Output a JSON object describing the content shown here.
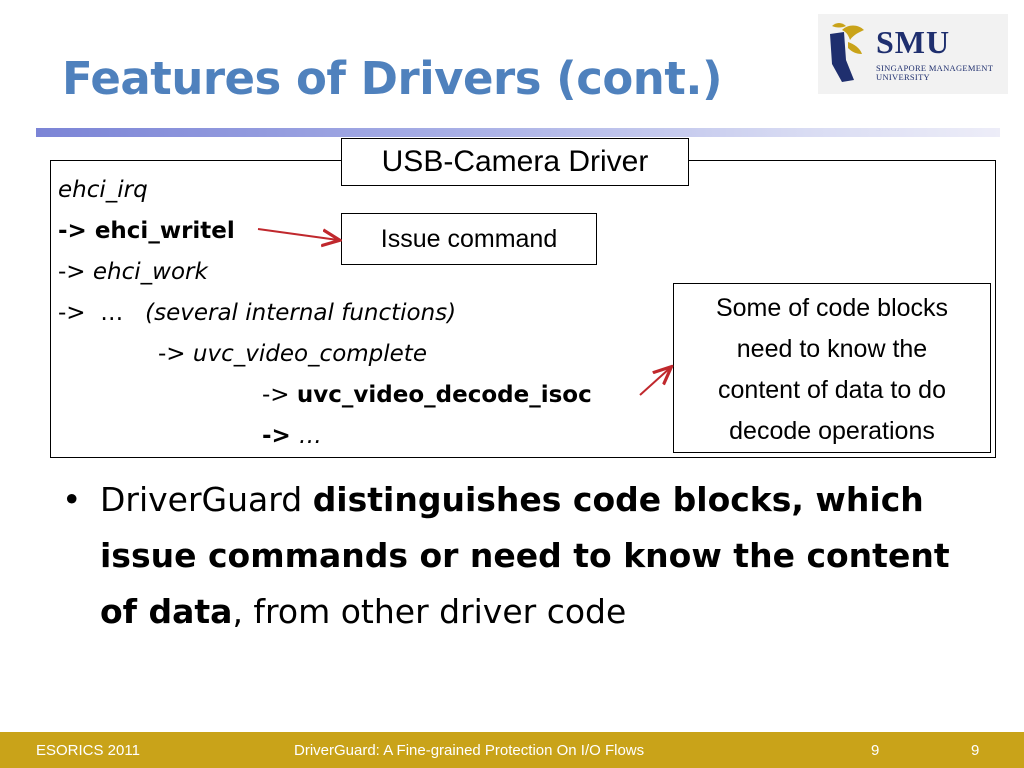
{
  "slide": {
    "title": "Features of Drivers (cont.)",
    "logo": {
      "name": "SMU",
      "subtitle_line1": "SINGAPORE MANAGEMENT",
      "subtitle_line2": "UNIVERSITY"
    },
    "driver_label": "USB-Camera Driver",
    "code_lines": [
      {
        "prefix": "",
        "name": "ehci_irq"
      },
      {
        "prefix": "-> ",
        "name": "ehci_writel"
      },
      {
        "prefix": "-> ",
        "name": "ehci_work"
      },
      {
        "prefix": "->  …   ",
        "name": "(several internal functions)"
      },
      {
        "prefix": "-> ",
        "name": "uvc_video_complete"
      },
      {
        "prefix": "-> ",
        "name": "uvc_video_decode_isoc"
      },
      {
        "prefix": "-> ",
        "name": "…"
      }
    ],
    "issue_note": "Issue command",
    "data_note_lines": [
      "Some of code blocks",
      "need to know the",
      "content of data to do",
      "decode operations"
    ],
    "bullet": {
      "text1": "DriverGuard ",
      "bold1": "distinguishes code blocks, which issue commands or need to know the content of data",
      "text2": ", from other driver code"
    },
    "footer": {
      "left": "ESORICS 2011",
      "center": "DriverGuard: A Fine-grained Protection On I/O Flows",
      "page_a": "9",
      "page_b": "9"
    },
    "colors": {
      "title": "#4f81bd",
      "footer_bg": "#c9a319",
      "arrow": "#c0282d",
      "logo": "#1f2f6e"
    }
  }
}
